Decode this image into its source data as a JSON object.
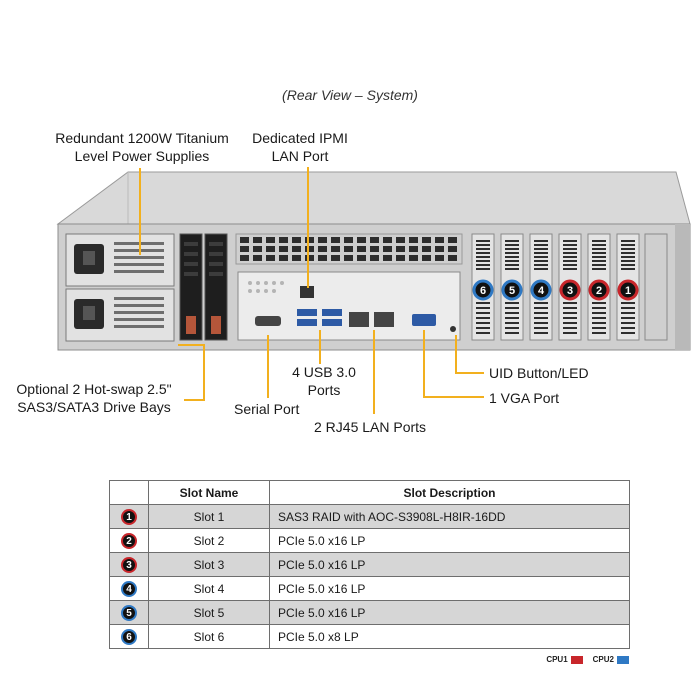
{
  "title": "(Rear View – System)",
  "callouts": {
    "psu": [
      "Redundant  1200W Titanium",
      "Level Power Supplies"
    ],
    "ipmi": [
      "Dedicated IPMI",
      "LAN Port"
    ],
    "drive_bays": [
      "Optional 2 Hot-swap 2.5\"",
      "SAS3/SATA3 Drive Bays"
    ],
    "serial": "Serial Port",
    "usb": [
      "4 USB 3.0",
      "Ports"
    ],
    "rj45": "2 RJ45 LAN Ports",
    "uid": "UID Button/LED",
    "vga": "1 VGA Port"
  },
  "colors": {
    "callout_line": "#f2b01e",
    "cpu1": "#c8262b",
    "cpu2": "#2f79c4"
  },
  "table": {
    "headers": [
      "",
      "Slot Name",
      "Slot Description"
    ],
    "rows": [
      {
        "num": "1",
        "cpu": "cpu1",
        "name": "Slot 1",
        "desc": "SAS3 RAID  with AOC-S3908L-H8IR-16DD"
      },
      {
        "num": "2",
        "cpu": "cpu1",
        "name": "Slot 2",
        "desc": "PCIe 5.0 x16 LP"
      },
      {
        "num": "3",
        "cpu": "cpu1",
        "name": "Slot 3",
        "desc": "PCIe 5.0 x16 LP"
      },
      {
        "num": "4",
        "cpu": "cpu2",
        "name": "Slot 4",
        "desc": "PCIe 5.0 x16 LP"
      },
      {
        "num": "5",
        "cpu": "cpu2",
        "name": "Slot 5",
        "desc": "PCIe 5.0 x16 LP"
      },
      {
        "num": "6",
        "cpu": "cpu2",
        "name": "Slot 6",
        "desc": "PCIe 5.0 x8 LP"
      }
    ]
  },
  "slot_badges": [
    {
      "num": "6",
      "cpu": "cpu2"
    },
    {
      "num": "5",
      "cpu": "cpu2"
    },
    {
      "num": "4",
      "cpu": "cpu2"
    },
    {
      "num": "3",
      "cpu": "cpu1"
    },
    {
      "num": "2",
      "cpu": "cpu1"
    },
    {
      "num": "1",
      "cpu": "cpu1"
    }
  ],
  "legend": {
    "cpu1": "CPU1",
    "cpu2": "CPU2"
  }
}
